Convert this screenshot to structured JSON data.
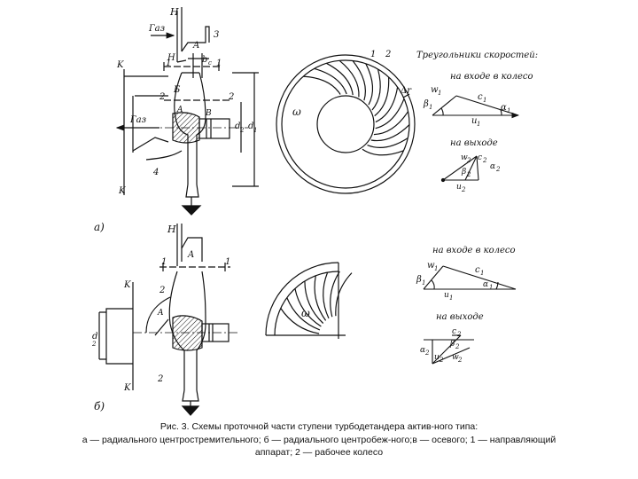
{
  "caption": {
    "line1": "Рис. 3. Схемы проточной части ступени турбодетандера актив-ного типа:",
    "line2": "а — радиального центростремительного; б — радиального центробеж-ного;в — осевого;  1 — направляющий",
    "line3": "аппарат; 2 — рабочее колесо"
  },
  "upper": {
    "part_label": "а)",
    "gas_in": "Газ",
    "gas_out": "Газ",
    "label_H": "H",
    "label_A": "A",
    "label_3": "3",
    "label_K": "K",
    "label_1": "1",
    "label_2": "2",
    "label_B": "Б",
    "label_A2": "A",
    "label_V": "B",
    "label_4": "4",
    "label_bc": "b",
    "label_bc_sub": "c",
    "label_d2": "d",
    "label_d2_sub": "2",
    "label_d1": "d",
    "label_d1_sub": "1",
    "wheel_labels": {
      "l1": "1",
      "l2": "2",
      "omega": "ω",
      "delta_r": "Δr"
    },
    "triangles_title": "Треугольники скоростей:",
    "inlet_title": "на входе в колесо",
    "outlet_title": "на выходе",
    "inlet": {
      "w": "w",
      "w_sub": "1",
      "c": "c",
      "c_sub": "1",
      "u": "u",
      "u_sub": "1",
      "beta": "β",
      "beta_sub": "1",
      "alpha": "α",
      "alpha_sub": "1"
    },
    "outlet": {
      "w": "w",
      "w_sub": "2",
      "c": "c",
      "c_sub": "2",
      "u": "u",
      "u_sub": "2",
      "beta": "β",
      "beta_sub": "2",
      "alpha": "α",
      "alpha_sub": "2"
    }
  },
  "lower": {
    "part_label": "б)",
    "label_H": "H",
    "label_A": "A",
    "label_1": "1",
    "label_K": "K",
    "label_2": "2",
    "label_A2": "A",
    "label_d": "d",
    "label_d_sub": "2",
    "wheel_labels": {
      "omega": "ω"
    },
    "inlet_title": "на входе в колесо",
    "outlet_title": "на выходе",
    "inlet": {
      "w": "w",
      "w_sub": "1",
      "c": "c",
      "c_sub": "1",
      "u": "u",
      "u_sub": "1",
      "beta": "β",
      "beta_sub": "1",
      "alpha": "α",
      "alpha_sub": "1"
    },
    "outlet": {
      "w": "w",
      "w_sub": "2",
      "c": "c",
      "c_sub": "2",
      "u": "u",
      "u_sub": "2",
      "beta": "β",
      "beta_sub": "2",
      "alpha": "α",
      "alpha_sub": "2"
    }
  }
}
